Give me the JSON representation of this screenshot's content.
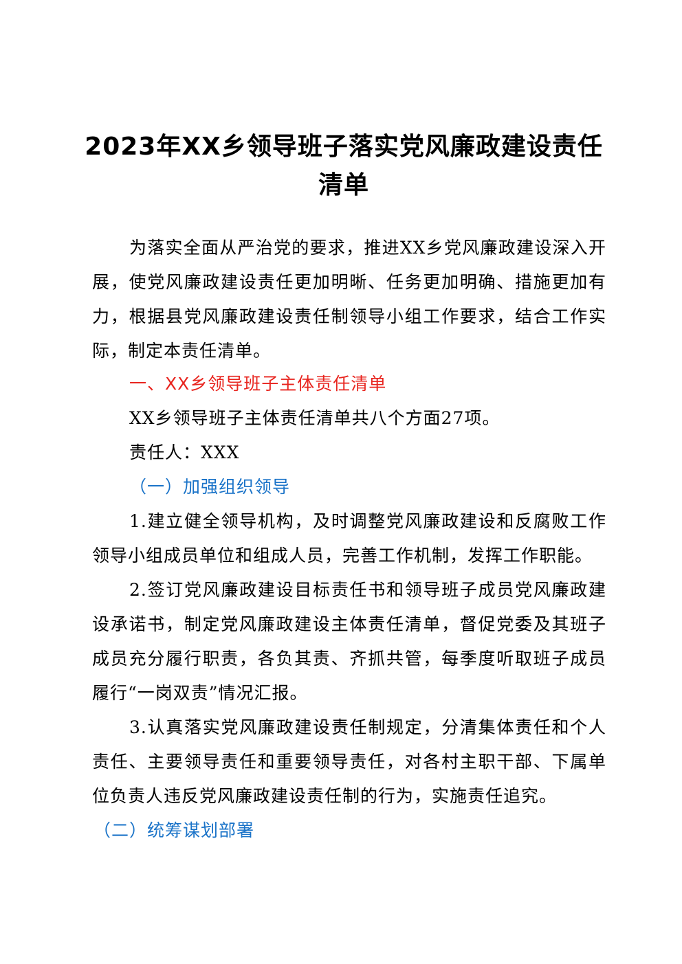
{
  "document": {
    "title": "2023年XX乡领导班子落实党风廉政建设责任清单",
    "intro": "为落实全面从严治党的要求，推进XX乡党风廉政建设深入开展，使党风廉政建设责任更加明晰、任务更加明确、措施更加有力，根据县党风廉政建设责任制领导小组工作要求，结合工作实际，制定本责任清单。",
    "section1": {
      "heading": "一、XX乡领导班子主体责任清单",
      "summary": "XX乡领导班子主体责任清单共八个方面27项。",
      "responsible": "责任人：XXX",
      "subsections": [
        {
          "heading": "（一）加强组织领导",
          "items": [
            "1.建立健全领导机构，及时调整党风廉政建设和反腐败工作领导小组成员单位和组成人员，完善工作机制，发挥工作职能。",
            "2.签订党风廉政建设目标责任书和领导班子成员党风廉政建设承诺书，制定党风廉政建设主体责任清单，督促党委及其班子成员充分履行职责，各负其责、齐抓共管，每季度听取班子成员履行“一岗双责”情况汇报。",
            "3.认真落实党风廉政建设责任制规定，分清集体责任和个人责任、主要领导责任和重要领导责任，对各村主职干部、下属单位负责人违反党风廉政建设责任制的行为，实施责任追究。"
          ]
        },
        {
          "heading": "（二）统筹谋划部署"
        }
      ]
    }
  }
}
